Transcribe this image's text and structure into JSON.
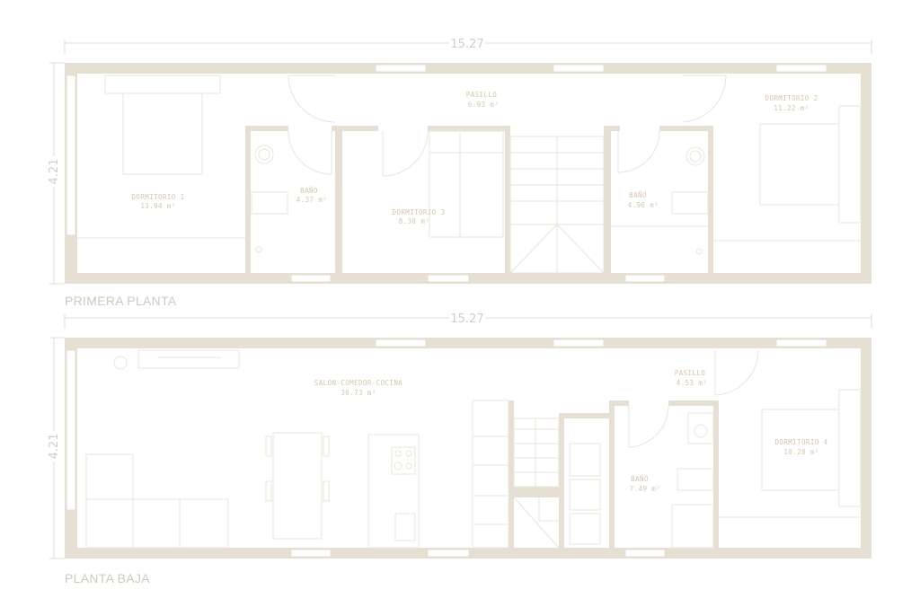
{
  "dimensions": {
    "width_label": "15.27",
    "height_label": "4.21"
  },
  "primera_planta": {
    "label": "PRIMERA PLANTA",
    "rooms": [
      {
        "name": "DORMITORIO 1",
        "area": "13.94 m²"
      },
      {
        "name": "BAÑO",
        "area": "4.37 m²"
      },
      {
        "name": "DORMITORIO 3",
        "area": "8.38 m²"
      },
      {
        "name": "PASILLO",
        "area": "6.93 m²"
      },
      {
        "name": "BAÑO",
        "area": "4.96 m²"
      },
      {
        "name": "DORMITORIO 2",
        "area": "11.22 m²"
      }
    ]
  },
  "planta_baja": {
    "label": "PLANTA BAJA",
    "rooms": [
      {
        "name": "SALÓN-COMEDOR-COCINA",
        "area": "30.73 m²"
      },
      {
        "name": "PASILLO",
        "area": "4.53 m²"
      },
      {
        "name": "BAÑO",
        "area": "7.49 m²"
      },
      {
        "name": "DORMITORIO 4",
        "area": "10.28 m²"
      }
    ]
  },
  "colors": {
    "wall": "#e6e0d4",
    "room_text": "#d5c6ad",
    "label_text": "#cfc9bf"
  }
}
